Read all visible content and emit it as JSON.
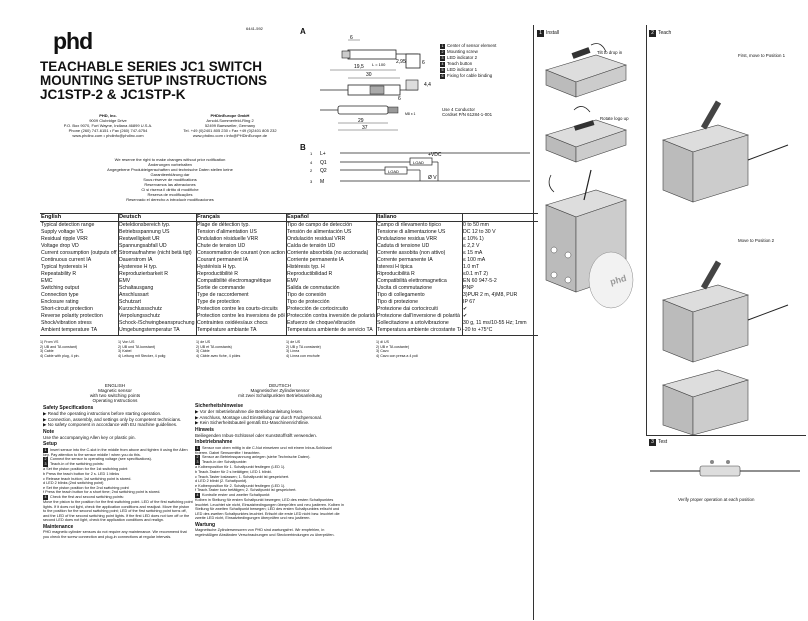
{
  "header": {
    "logo": "phd",
    "doc_number": "6441-592",
    "title_lines": [
      "TEACHABLE SERIES JC1 SWITCH",
      "MOUNTING SETUP INSTRUCTIONS",
      "JC1STP-2 & JC1STP-K"
    ],
    "address_us": [
      "PHD, Inc.",
      "9009 Clubridge Drive",
      "P.O. Box 9070, Fort Wayne, Indiana 46899 U.S.A.",
      "Phone (260) 747-6151 • Fax (260) 747-6754",
      "www.phdinc.com • phdinfo@phdinc.com"
    ],
    "address_eu": [
      "PHDinEurope GmbH",
      "Arnold-Sommerfeld-Ring 2",
      "52499 Baesweiler, Germany",
      "Tel. +49 (0)2401 805 230 • Fax +49 (0)2401 805 232",
      "www.phdinc.com • info@PHDinEurope.de"
    ],
    "rights": [
      "We reserve the right to make changes without prior notification",
      "Änderungen vorbehalten",
      "Angegebene Produkteigenschaften und technische Daten stellen keine",
      "Garantieerklärung dar",
      "Sous réserve de modifications",
      "Reservamos las alteraciones",
      "Ci si riserva il diritto di modifiche",
      "Reserva de modificações",
      "Reservado el derecho a introducir modificaciones"
    ]
  },
  "section_a": {
    "letter": "A",
    "dims": [
      "6",
      "19,5",
      "L = 100",
      "2,95",
      "6",
      "4,4",
      "30",
      "6",
      "29",
      "37",
      "M8 x 1"
    ],
    "legend": [
      "Center of sensor element",
      "Mounting screw",
      "LED indicator 2",
      "Teach button",
      "LED indicator 1",
      "Fixing for cable binding"
    ],
    "conductor": [
      "Use 4 Conductor",
      "Cordset P/N 61284-1-001"
    ]
  },
  "section_b": {
    "letter": "B",
    "pins": [
      "L+",
      "Q1",
      "Q2",
      "M"
    ],
    "pin_nums": [
      "1",
      "4",
      "2",
      "3"
    ],
    "loads": [
      "LOAD",
      "LOAD"
    ],
    "vdc": "+VDC",
    "zero": "Ø V"
  },
  "table": {
    "headers": [
      "English",
      "Deutsch",
      "Français",
      "Español",
      "Italiano",
      ""
    ],
    "rows": [
      [
        "Typical detection range",
        "Detektionsbereich typ.",
        "Plage de détection typ.",
        "Tipo de campo de detección",
        "Campo di rilevamento tipico",
        "0 to 50 mm"
      ],
      [
        "Supply voltage VS",
        "Betriebsspannung US",
        "Tension d'alimentation US",
        "Tensión de alimentación US",
        "Tensione di alimentazione US",
        "DC 12 to 30 V"
      ],
      [
        "Residual ripple VRR",
        "Restwelligkeit UR",
        "Ondulation résiduelle VRR",
        "Ondulación residual VRR",
        "Ondulazione residua VRR",
        "≤ 10% 1)"
      ],
      [
        "Voltage drop VD",
        "Spannungsabfall UD",
        "Chute de tension UD",
        "Caída de tensión UD",
        "Caduta di tensione UD",
        "≤ 2,2 V"
      ],
      [
        "Current consumption (outputs off)",
        "Stromaufnahme (nicht betä tigt)",
        "Consommation de courant (non actionné)",
        "Corriente absorbida (no accionada)",
        "Corrente assobita (non attivo)",
        "≤ 15 mA"
      ],
      [
        "Continuous current IA",
        "Dauerstrom IA",
        "Courant permanent IA",
        "Corriente permanente IA",
        "Corrente permanente IA",
        "≤ 100 mA"
      ],
      [
        "Typical hysteresis H",
        "Hysterese H typ.",
        "Hystérésis H typ.",
        "Histéresis typ. H",
        "Isteresi H tipica",
        "1.0 mT"
      ],
      [
        "Repeatability R",
        "Reproduzierbarkeit R",
        "Reproductibilité R",
        "Reproductibilidad R",
        "Riproducibilità R",
        "≤0.1 mT 2)"
      ],
      [
        "EMC",
        "EMV",
        "Compatibilité électromagnétique",
        "EMV",
        "Compatibilità elettromagnetica",
        "EN 60 947-5-2"
      ],
      [
        "Switching output",
        "Schaltausgang",
        "Sortie de commande",
        "Salida de conmutación",
        "Uscita di commutazione",
        "PNP"
      ],
      [
        "Connection type",
        "Anschlussart",
        "Type de raccordement",
        "Tipo de conexión",
        "Tipo di collegamento",
        "3)PUR 2 m, 4)M8, PUR"
      ],
      [
        "Enclosure rating",
        "Schutzart",
        "Type de protection",
        "Tipo de protección",
        "Tipo di protezione",
        "IP 67"
      ],
      [
        "Short-circuit protection",
        "Kurzschlussschutz",
        "Protection contre les courts-circuits",
        "Protección de cortocircuito",
        "Protezione dai cortocircuiti",
        "✔"
      ],
      [
        "Reverse polarity protection",
        "Verpolungsschutz",
        "Protection contre les inversions de pôles",
        "Protección contra inversión de polaridad",
        "Protezione dall'inversione di polarità",
        "✔"
      ],
      [
        "Shock/vibration stress",
        "Schock-/Schwingbeanspruchung",
        "Contraintes oxidées/aux chocs",
        "Esfuerzo de choque/vibración",
        "Sollecitazione a urto/vibrazione",
        "30 g, 11 ms/10-55 Hz; 1mm"
      ],
      [
        "Ambient temperature TA",
        "Umgebungstemperatur TA",
        "Température ambiante TA",
        "Temperatura ambiente de servicio TA",
        "Temperatura ambiente circostante TA",
        "-20 to +75°C"
      ]
    ],
    "footnotes": [
      [
        "1) From VS",
        "2) UB and TA constant)",
        "3) Cable",
        "4) Cable with plug, 4 pin."
      ],
      [
        "1) Von US",
        "2) UB und TA konstant)",
        "3) Kabel",
        "4) Leitung mit Stecker, 4 polig"
      ],
      [
        "1) de US",
        "2) UB et TA constants)",
        "3) Câble",
        "4) Câble avec fiche, 4 pôles"
      ],
      [
        "1) de US",
        "2) UB y TA constante)",
        "3) Línea",
        "4) Línea con enchufe"
      ],
      [
        "1) di US",
        "2) UB e TA costante)",
        "3) Cavo",
        "4) Cavo con presa a 4 poli"
      ]
    ]
  },
  "english": {
    "heading": [
      "ENGLISH",
      "Magnetic sensor",
      "with two switching points",
      "Operating Instructions"
    ],
    "safety_title": "Safety Specifications",
    "safety": [
      "Read the operating instructions before starting operation.",
      "Connection, assembly, and settings only by competent technicians.",
      "No safety component in accordance with EU machine guidelines."
    ],
    "note_title": "Note",
    "note": "Use the accompanying Allen key or plastic pin.",
    "setup_title": "Setup",
    "setup": [
      "Insert sensor into the C-slot in the middle from above and tighten it using the Allen key. Pay attention to the sensor middle ! when you do this.",
      "Connect the sensor to operating voltage (see specifications).",
      "Teach-in of the switching points:",
      "Set the piston position for the 1st switching point",
      "Press the teach button for 2 s. LED 1 blinks",
      "Release teach button; 1st switching point is stored.",
      "LED 2 blinks (2nd switching point)",
      "Set the piston position for the 2nd switching point",
      "Press the teach button for a short time; 2nd switching point is stored.",
      "Check the first and second switching points:",
      "Move the piston to the position for the first switching point. LED of the first switching point lights. If it does not light, check the application conditions and readjust. Move the piston to the position for the second switching point; LED of the first switching point turns off, and the LED of the second switching point lights. If the first LED does not turn off or the second LED does not light, check the application conditions and realign."
    ],
    "maint_title": "Maintenance",
    "maint": "PHD magnetic cylinder sensors do not require any maintenance. We recommend that you check the screw connection and plug-in connections at regular intervals."
  },
  "deutsch": {
    "heading": [
      "DEUTSCH",
      "Magnetischer Zylindersensor",
      "mit zwei Schaltpunkten Betriebsanleitung"
    ],
    "safety_title": "Sicherheitshinweise",
    "safety": [
      "Vor der Inbetriebnahme die Betriebsanleitung lesen.",
      "Anschluss, Montage und Einstellung nur durch Fachpersonal.",
      "Kein Sicherheitsbauteil gemäß EU-Maschinenrichtlinie."
    ],
    "note_title": "Hinweis",
    "note": "Beiliegenden Inbus-Schlüssel oder Kunststoffstift verwenden.",
    "setup_title": "Inbetriebnahme",
    "setup": [
      "Sensor von oben mittig in die C-Nut einsetzen und mit einem Inbus-Schlüssel fixieren. Dabei Sensormitte ! beachten.",
      "Sensor an Betriebsspannung anlegen (siehe Technische Daten).",
      "Teach-in der Schaltpunkte:",
      "Kolbenposition für 1. Schaltpunkt festlegen (LED 1).",
      "Teach-Taster für 2 s betätigen; LED 1 blinkt.",
      "Teach-Taster loslassen; 1. Schaltpunkt ist gespeichert.",
      "LED 2 blinkt (2. Schaltpunkt).",
      "Kolbenposition für 2. Schaltpunkt festlegen (LED 1).",
      "Teach-Taster kurz betätigen; 2. Schaltpunkt ist gespeichert.",
      "Kontrolle erster und zweiter Schaltpunkt:",
      "Kolben in Stellung für ersten Schaltpunkt bewegen; LED des ersten Schaltpunktes leuchtet. Leuchtet sie nicht, Einsatzbedingungen überprüfen und neu justieren. Kolben in Stellung für zweiten Schaltpunkt bewegen; LED des ersten Schaltpunktes erlischt und LED des zweiten Schaltpunktes leuchtet. Erlischt die erste LED nicht bzw. leuchtet die zweite LED nicht, Einsatzbedingungen überprüfen und neu justieren."
    ],
    "maint_title": "Wartung",
    "maint": "Magnetische Zylindersensoren von PHD sind wartungsfrei. Wir empfehlen, in regelmäßigen Abständen Verschraubungen und Steckverbindungen zu überprüfen."
  },
  "install": {
    "steps": [
      {
        "num": "1",
        "label": "Install"
      },
      {
        "num": "2",
        "label": "Teach"
      },
      {
        "num": "3",
        "label": "Test"
      }
    ],
    "captions": [
      "Tilt to drop in",
      "Rotate logo up",
      "First, move to Position 1",
      "Move to Position 2",
      "Verify proper operation at each position"
    ],
    "cyl_logo": "phd"
  }
}
